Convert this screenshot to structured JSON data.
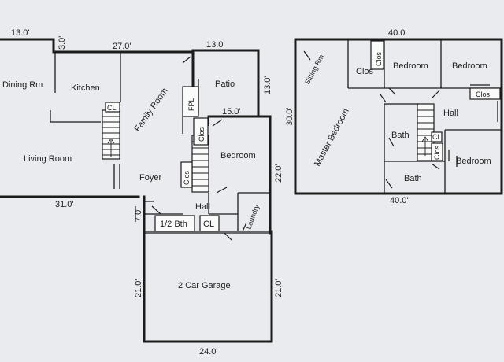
{
  "dimensions": {
    "top_left_width": "13.0'",
    "offset": "3.0'",
    "kitchen_width": "27.0'",
    "patio_width": "13.0'",
    "patio_depth": "13.0'",
    "bedroom_width": "15.0'",
    "first_floor_width": "31.0'",
    "first_floor_depth": "22.0'",
    "foyer_depth": "7.0'",
    "garage_left": "21.0'",
    "garage_right": "21.0'",
    "garage_width": "24.0'",
    "second_floor_width_top": "40.0'",
    "second_floor_width_bottom": "40.0'",
    "second_floor_depth": "30.0'"
  },
  "first_floor": {
    "dining": "Dining Rm",
    "kitchen": "Kitchen",
    "living": "Living Room",
    "family": "Family Room",
    "patio": "Patio",
    "fireplace": "FPL",
    "closet_stair": "Clos",
    "closet_foyer": "Clos",
    "bedroom": "Bedroom",
    "foyer": "Foyer",
    "hall": "Hall",
    "half_bath": "1/2 Bth",
    "cl_hall": "CL",
    "cl_stair": "CL",
    "laundry": "Laundry",
    "garage": "2 Car Garage"
  },
  "second_floor": {
    "sitting": "Sitting Rm.",
    "closet_a": "Clos",
    "closet_b": "Clos",
    "bedroom_1": "Bedroom",
    "bedroom_2": "Bedroom",
    "closet_c": "Clos",
    "hall": "Hall",
    "master": "Master Bedroom",
    "bath_1": "Bath",
    "bath_2": "Bath",
    "cl": "CL",
    "closet_d": "Clos",
    "bedroom_3": "Bedroom"
  },
  "colors": {
    "wall": "#1b1b1b",
    "paper": "#e9ebee"
  }
}
